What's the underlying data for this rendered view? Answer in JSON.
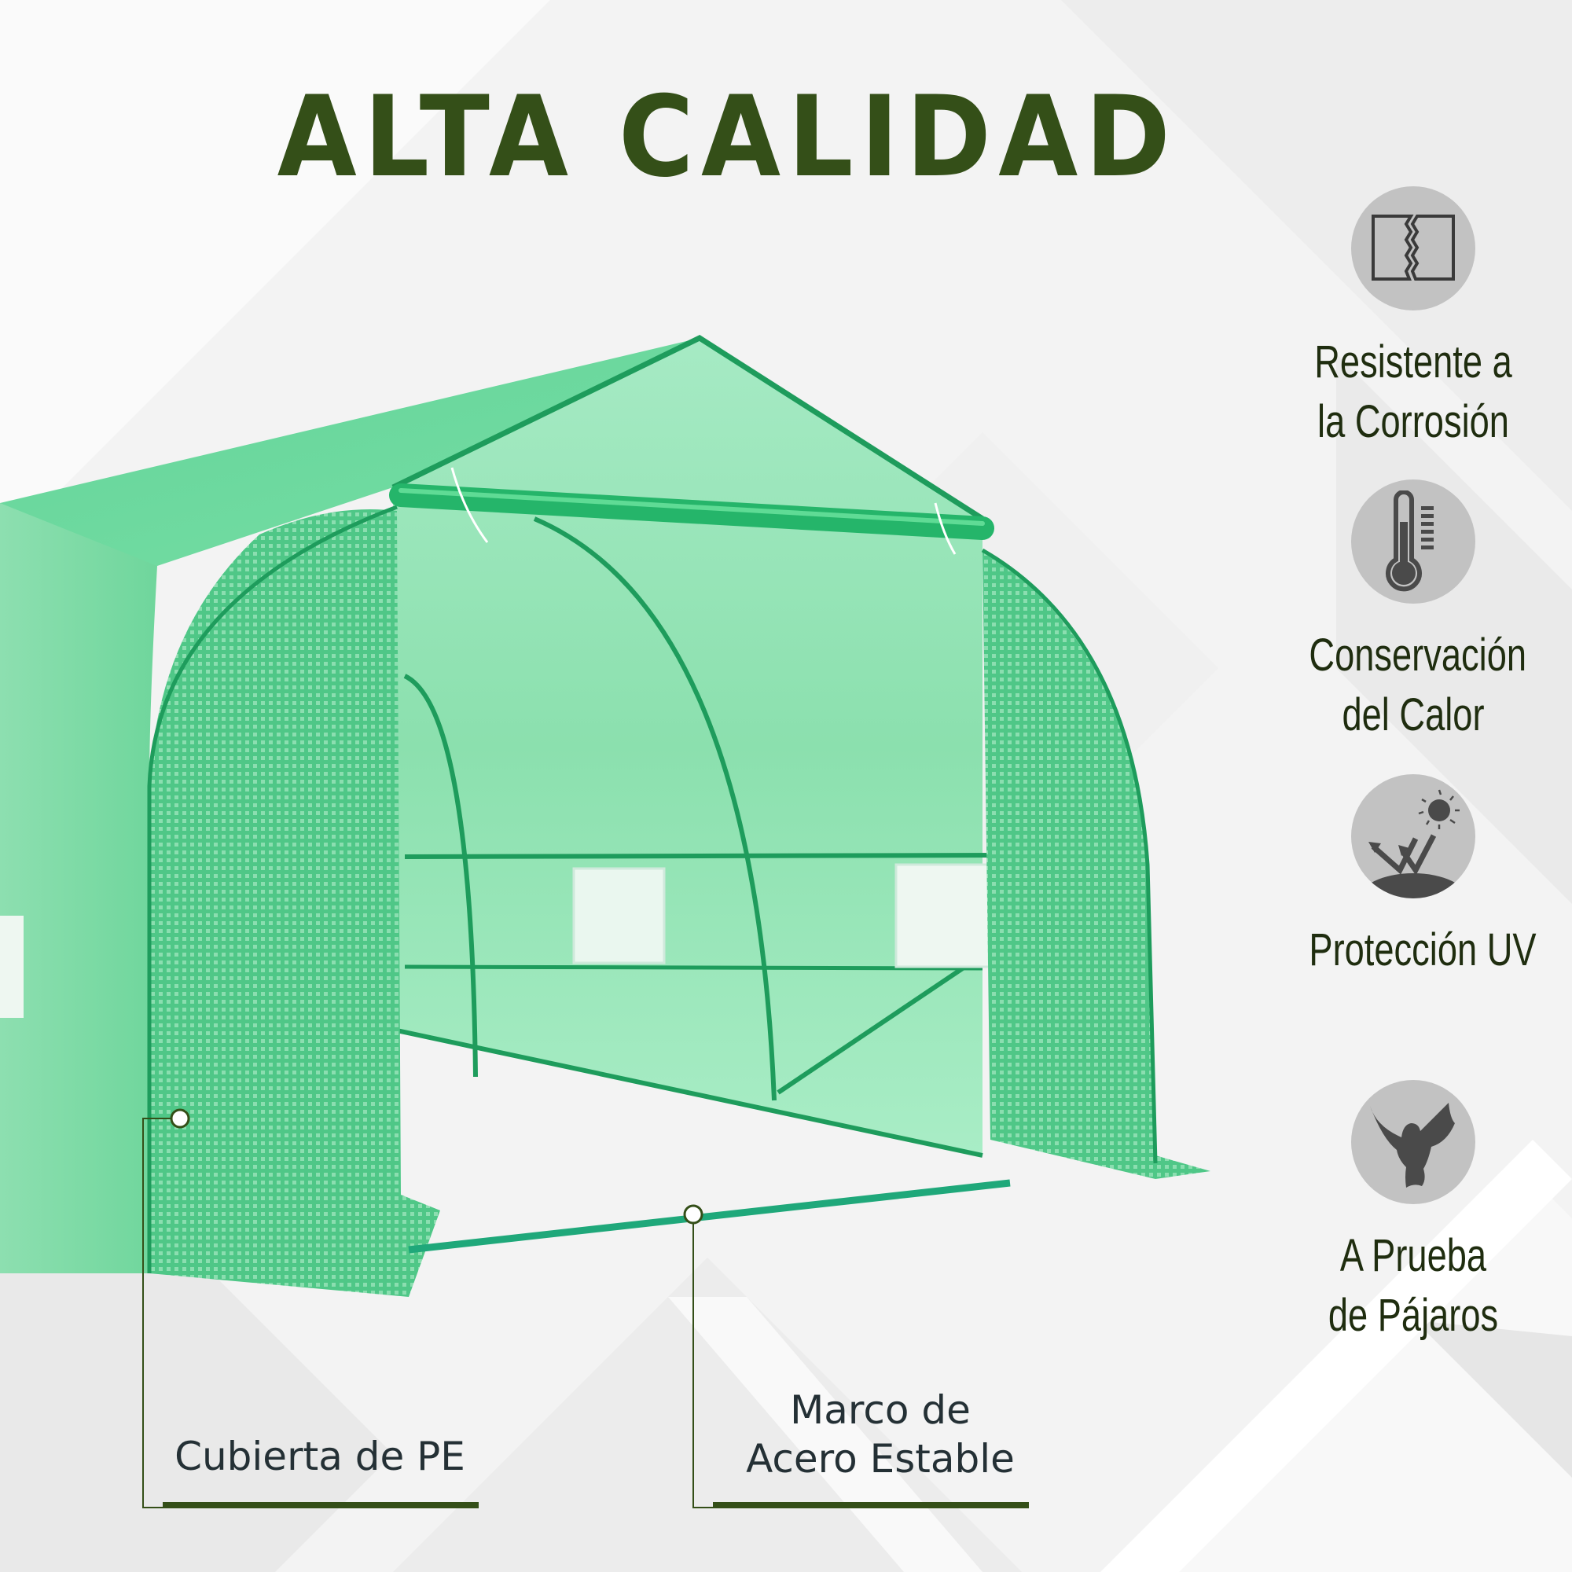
{
  "header": {
    "title": "ALTA CALIDAD"
  },
  "colors": {
    "title": "#344f18",
    "feature_text": "#1f2d0f",
    "callout_text": "#243035",
    "icon_circle": "#c2c2c2",
    "icon_glyph": "#4a4a4a",
    "accent_line": "#344f18",
    "cover_green": "#5fcf8f",
    "frame_green": "#1fa060"
  },
  "features": [
    {
      "icon": "corrosion-crack-icon",
      "line1": "Resistente a",
      "line2": "la Corrosión"
    },
    {
      "icon": "thermometer-icon",
      "line1": "Conservación",
      "line2": "del Calor"
    },
    {
      "icon": "uv-sun-reflection-icon",
      "line1": "Protección UV",
      "line2": ""
    },
    {
      "icon": "bird-icon",
      "line1": "A Prueba",
      "line2": "de Pájaros"
    }
  ],
  "callouts": [
    {
      "line1": "Cubierta de PE",
      "line2": ""
    },
    {
      "line1": "Marco de",
      "line2": "Acero Estable"
    }
  ],
  "product": {
    "image": "green-walk-in-greenhouse"
  }
}
